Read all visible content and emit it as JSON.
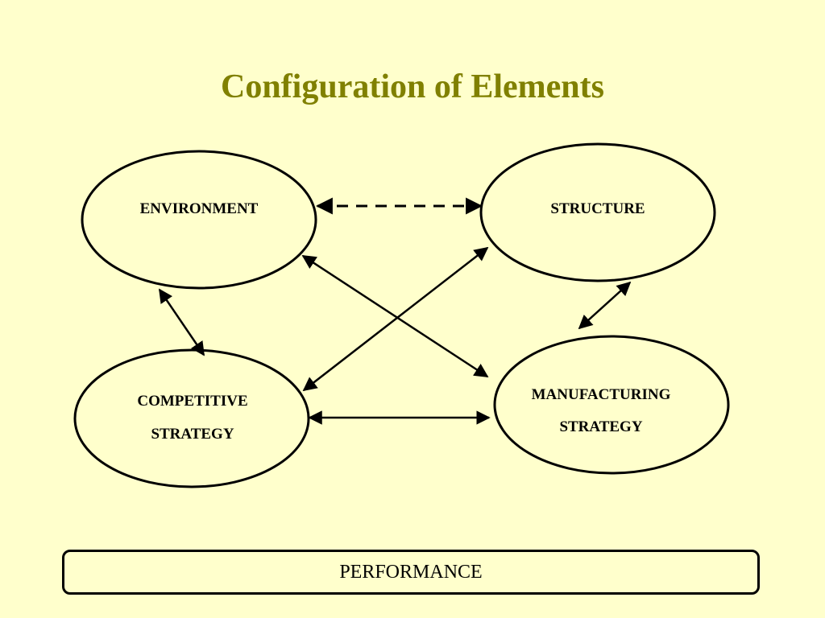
{
  "slide": {
    "title": "Configuration of Elements"
  },
  "nodes": {
    "environment": {
      "label": "ENVIRONMENT"
    },
    "structure": {
      "label": "STRUCTURE"
    },
    "competitive_strategy": {
      "line1": "COMPETITIVE",
      "line2": "STRATEGY"
    },
    "manufacturing_strategy": {
      "line1": "MANUFACTURING",
      "line2": "STRATEGY"
    }
  },
  "performance": {
    "label": "PERFORMANCE"
  },
  "colors": {
    "background": "#ffffcc",
    "title": "#808000",
    "stroke": "#000000"
  }
}
